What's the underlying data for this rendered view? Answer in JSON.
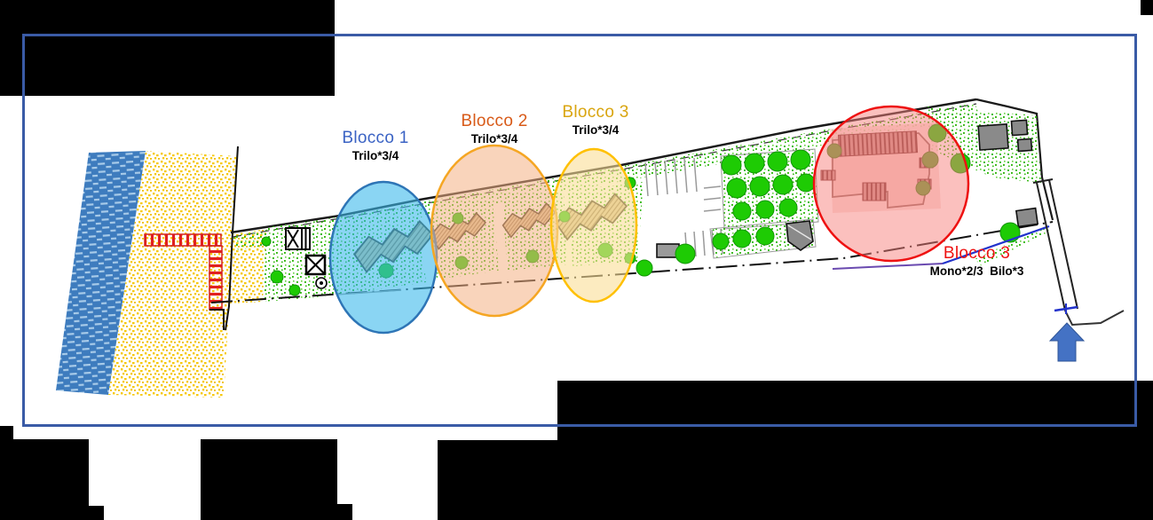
{
  "plan": {
    "frame_border_color": "#3A5BA6",
    "entrance_arrow": {
      "icon": "up-arrow",
      "color": "#4472C4"
    }
  },
  "annotations": {
    "blocks": [
      {
        "name": "blocco-1",
        "label": "Blocco 1",
        "units": "Trilo*3/4",
        "label_color": "#3B63C4",
        "highlight_shape": "ellipse",
        "highlight_fill": "#3CB9EB",
        "highlight_stroke": "#2E75B6"
      },
      {
        "name": "blocco-2",
        "label": "Blocco 2",
        "units": "Trilo*3/4",
        "label_color": "#D85A18",
        "highlight_shape": "ellipse",
        "highlight_fill": "#F4B183",
        "highlight_stroke": "#F5A623"
      },
      {
        "name": "blocco-3",
        "label": "Blocco 3",
        "units": "Trilo*3/4",
        "label_color": "#D9A50F",
        "highlight_shape": "ellipse",
        "highlight_fill": "#FADE96",
        "highlight_stroke": "#FFC000"
      },
      {
        "name": "blocco-3-ingresso",
        "label": "Blocco 3",
        "units": "Mono*2/3  Bilo*3",
        "label_color": "#EE1111",
        "highlight_shape": "circle",
        "highlight_fill": "#F8827D",
        "highlight_stroke": "#EE1111"
      }
    ]
  },
  "map_palette": {
    "water": "#3E7CBE",
    "sand": "#F6C90E",
    "vegetation": "#2FB60C",
    "stairs": "#E02020",
    "trees": "#1ECB04"
  }
}
